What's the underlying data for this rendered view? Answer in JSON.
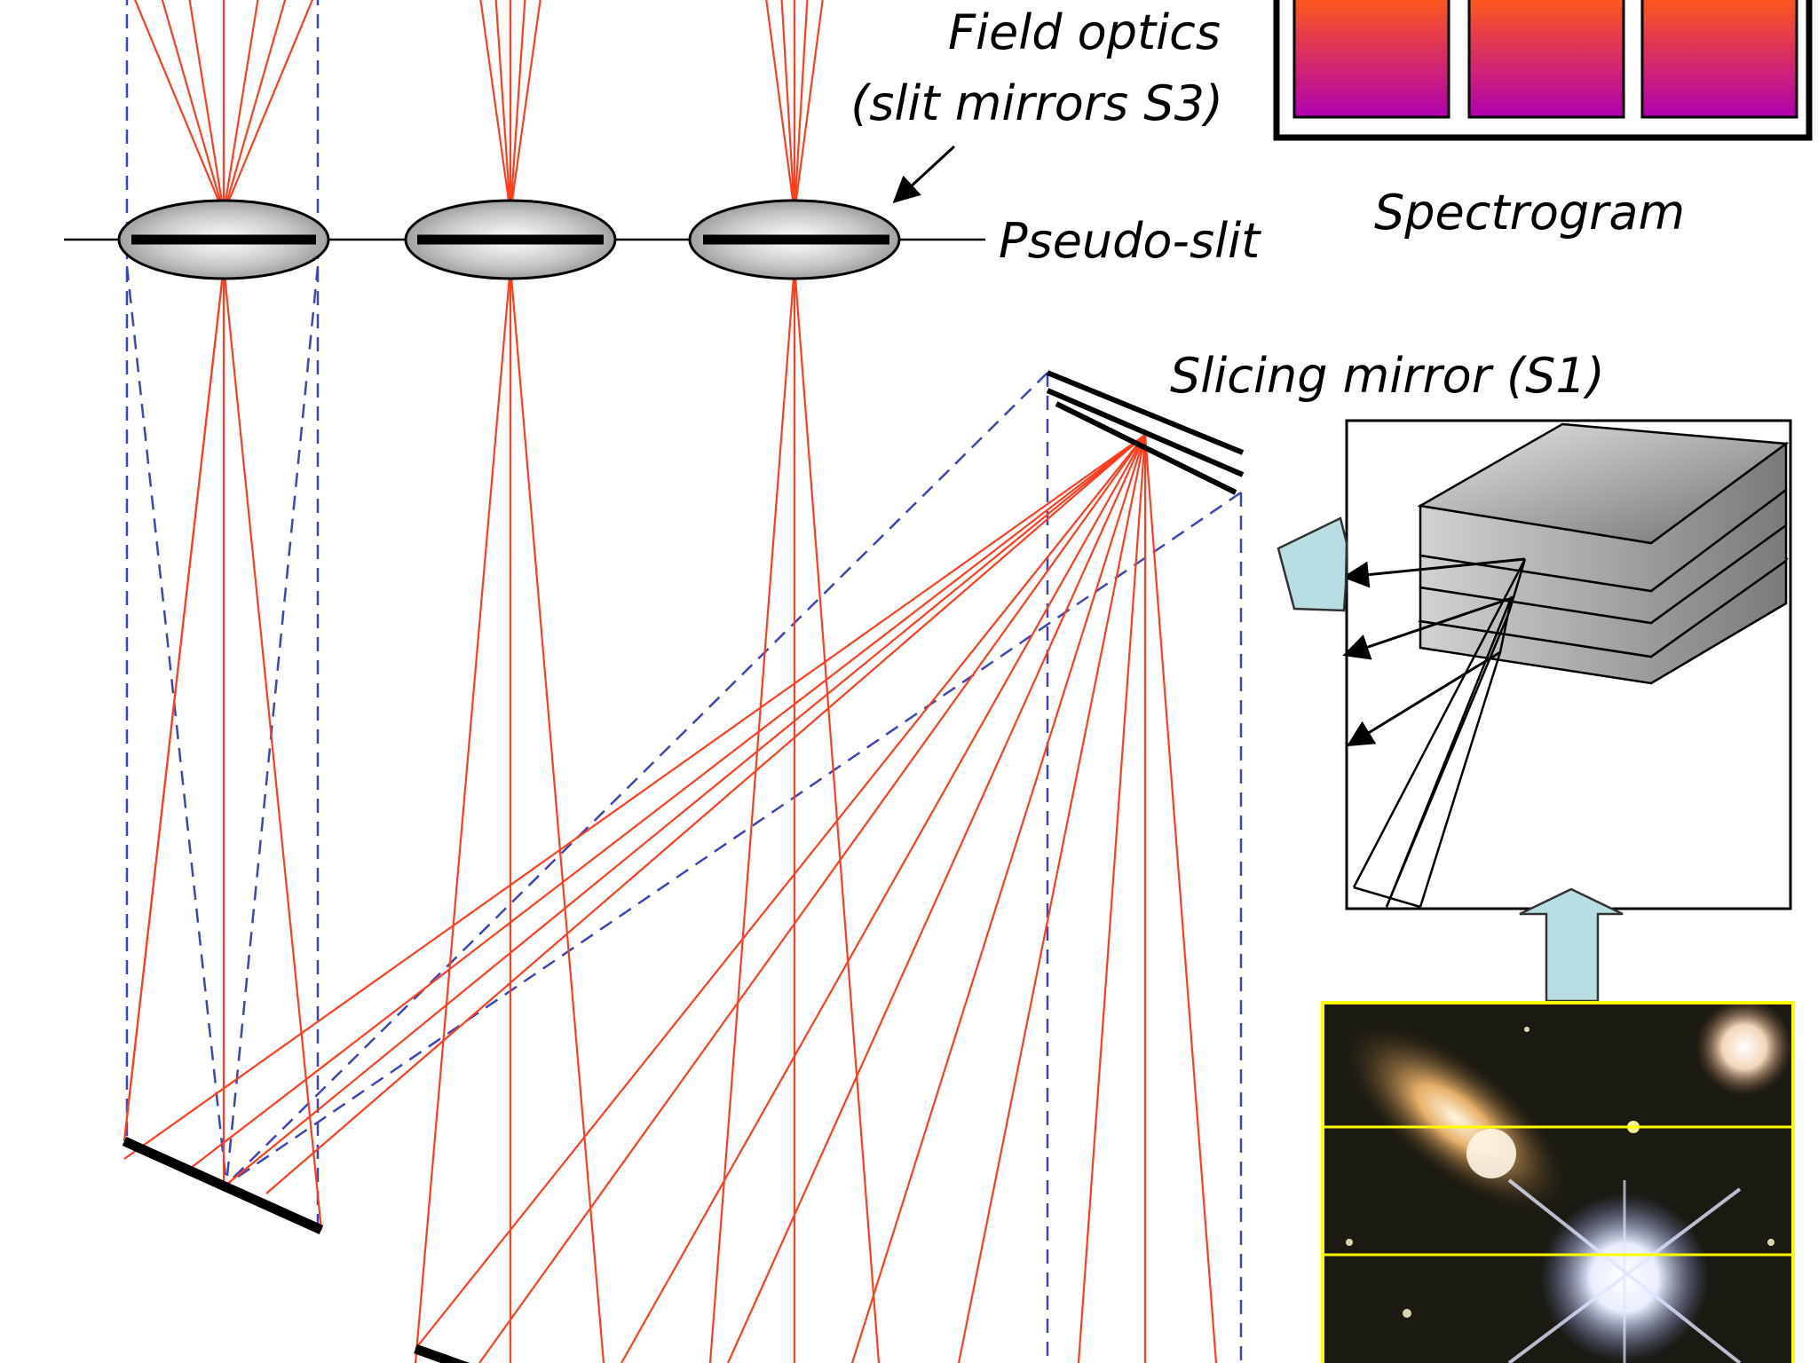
{
  "labels": {
    "field_optics_line1": "Field optics",
    "field_optics_line2": "(slit mirrors S3)",
    "pseudo_slit": "Pseudo-slit",
    "spectrogram": "Spectrogram",
    "slicing_mirror": "Slicing mirror (S1)"
  },
  "colors": {
    "ray": "#ff3d1f",
    "beam_envelope": "#3c46b4",
    "arrow_fill": "#b8dde2",
    "field_highlight": "#ffff00",
    "spectrogram_top": "#ff5a1a",
    "spectrogram_bottom": "#b000b0",
    "background": "#ffffff"
  },
  "icons": {
    "slit_mirror": "lens-ellipse-icon",
    "slicer_stack": "mirror-stack-icon",
    "galaxy_image": "galaxy-image-icon",
    "flow_arrow": "block-arrow-icon"
  }
}
